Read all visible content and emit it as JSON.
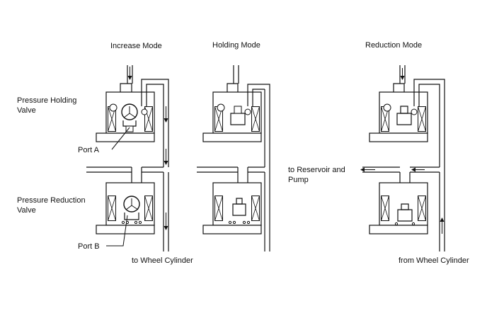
{
  "modes": {
    "increase": "Increase Mode",
    "holding": "Holding Mode",
    "reduction": "Reduction Mode"
  },
  "labels": {
    "pressure_holding_valve_1": "Pressure Holding",
    "pressure_holding_valve_2": "Valve",
    "pressure_reduction_valve_1": "Pressure Reduction",
    "pressure_reduction_valve_2": "Valve",
    "port_a": "Port A",
    "port_b": "Port B",
    "to_wheel_cylinder": "to Wheel Cylinder",
    "to_reservoir_1": "to Reservoir and",
    "to_reservoir_2": "Pump",
    "from_wheel_cylinder": "from Wheel Cylinder"
  },
  "colors": {
    "line": "#111111",
    "background": "#ffffff"
  }
}
